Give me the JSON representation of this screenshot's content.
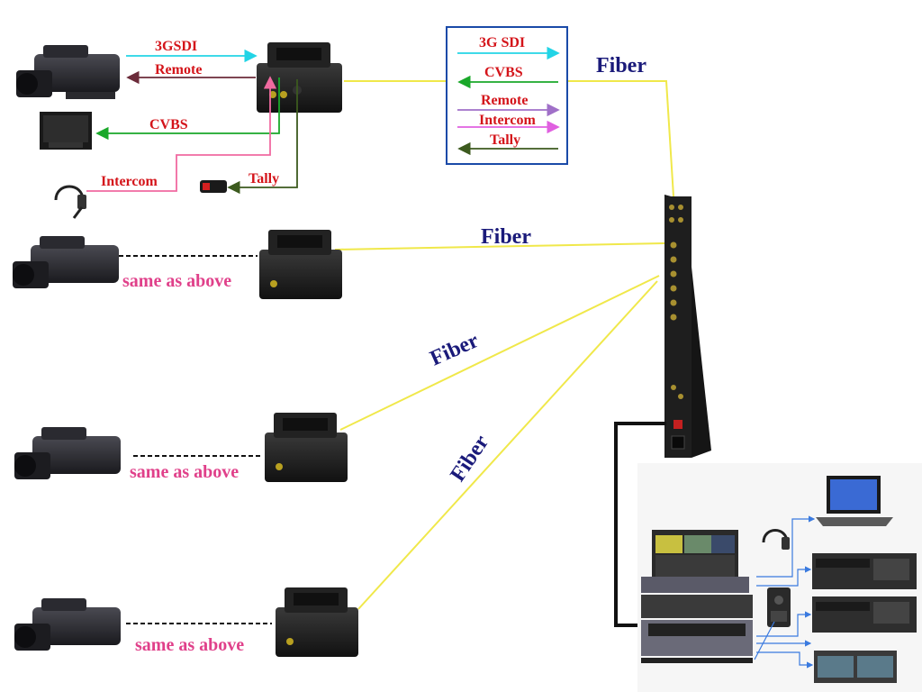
{
  "signals": {
    "sdi": "3GSDI",
    "remote": "Remote",
    "cvbs": "CVBS",
    "intercom": "Intercom",
    "tally": "Tally"
  },
  "legend": {
    "sdi": "3G SDI",
    "cvbs": "CVBS",
    "remote": "Remote",
    "intercom": "Intercom",
    "tally": "Tally"
  },
  "fiber_labels": [
    "Fiber",
    "Fiber",
    "Fiber",
    "Fiber"
  ],
  "same_as_above": [
    "same as above",
    "same as above",
    "same as above"
  ]
}
